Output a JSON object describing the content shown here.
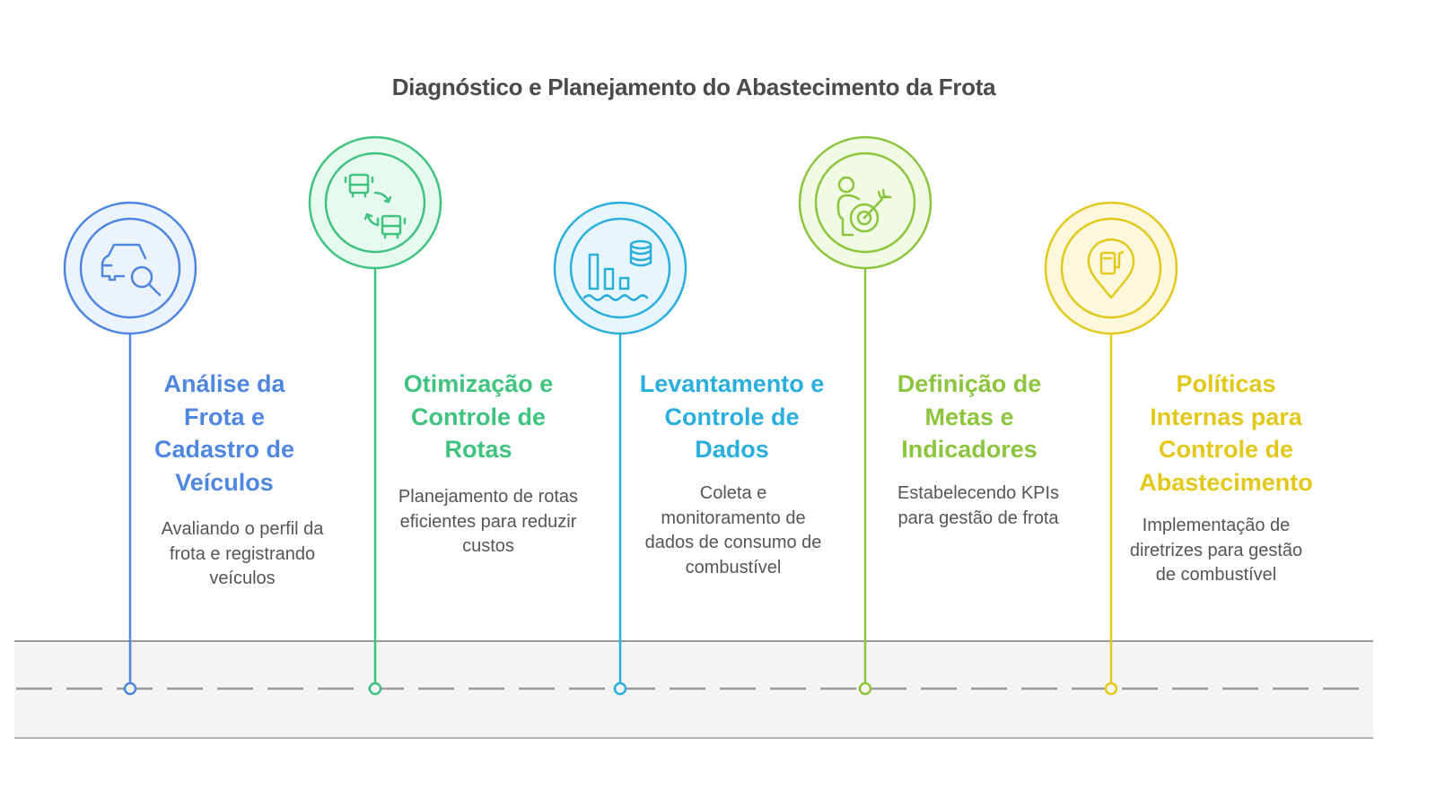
{
  "title": "Diagnóstico e Planejamento do Abastecimento da Frota",
  "road": {
    "fill": "#f4f4f4",
    "edge_color": "#9a9a9a",
    "dash_color": "#9a9a9a"
  },
  "steps": [
    {
      "title": "Análise da Frota e Cadastro de Veículos",
      "description": "Avaliando o perfil da frota e registrando veículos",
      "icon": "car-search-icon",
      "color": "#4f86e0",
      "fill": "#edf3fd"
    },
    {
      "title": "Otimização e Controle de Rotas",
      "description": "Planejamento de rotas eficientes para reduzir custos",
      "icon": "bus-route-swap-icon",
      "color": "#3fc37f",
      "fill": "#e6faef"
    },
    {
      "title": "Levantamento e Controle de Dados",
      "description": "Coleta e monitoramento de dados de consumo de combustível",
      "icon": "data-chart-database-icon",
      "color": "#2aaedc",
      "fill": "#e6f6fc"
    },
    {
      "title": "Definição de Metas e Indicadores",
      "description": "Estabelecendo KPIs para gestão de frota",
      "icon": "person-target-icon",
      "color": "#8cc43e",
      "fill": "#f1fae3"
    },
    {
      "title": "Políticas Internas para Controle de Abastecimento",
      "description": "Implementação de diretrizes para gestão de combustível",
      "icon": "fuel-pump-pin-icon",
      "color": "#e3c81c",
      "fill": "#fdf8dc"
    }
  ]
}
